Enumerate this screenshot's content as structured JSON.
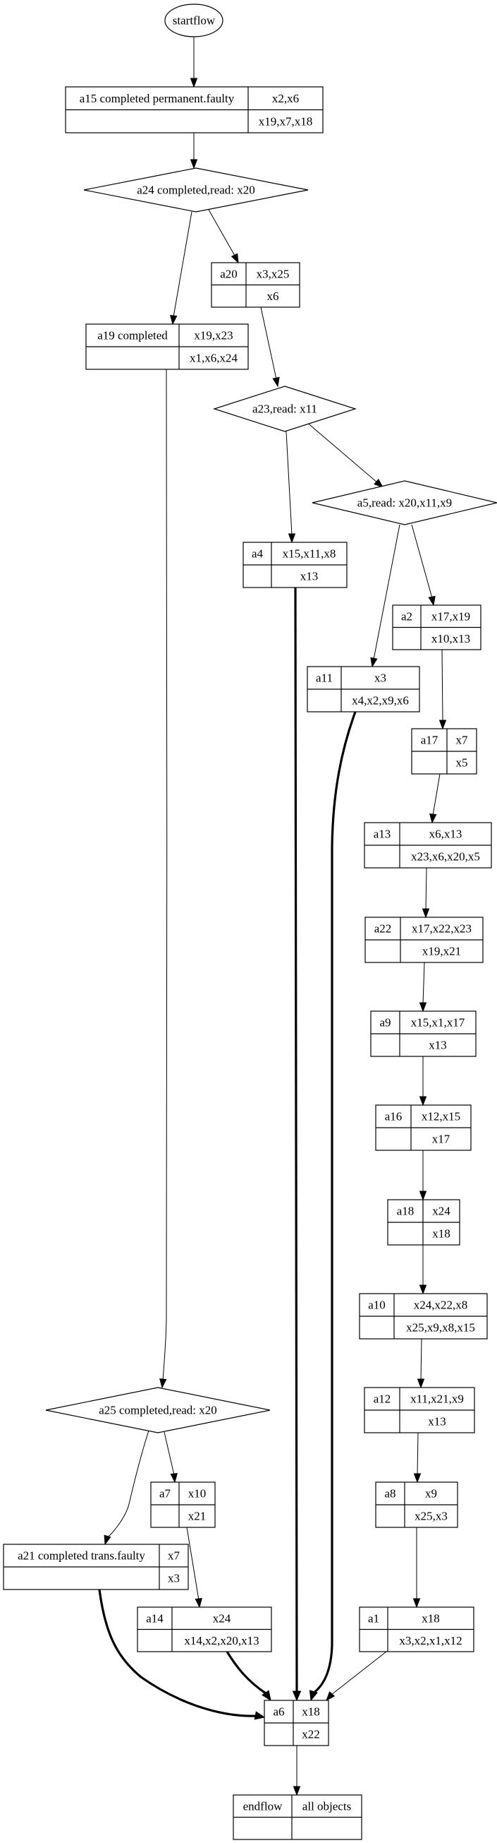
{
  "title": "flow graph",
  "colors": {
    "stroke": "#000000",
    "fill": "#ffffff"
  },
  "nodes": {
    "startflow": {
      "label": "startflow"
    },
    "a15": {
      "name": "a15 completed permanent.faulty",
      "top": "x2,x6",
      "bottom": "x19,x7,x18"
    },
    "a24": {
      "label": "a24 completed,read: x20"
    },
    "a20": {
      "name": "a20",
      "top": "x3,x25",
      "bottom": "x6"
    },
    "a19": {
      "name": "a19 completed",
      "top": "x19,x23",
      "bottom": "x1,x6,x24"
    },
    "a23": {
      "label": "a23,read: x11"
    },
    "a5": {
      "label": "a5,read: x20,x11,x9"
    },
    "a4": {
      "name": "a4",
      "top": "x15,x11,x8",
      "bottom": "x13"
    },
    "a2": {
      "name": "a2",
      "top": "x17,x19",
      "bottom": "x10,x13"
    },
    "a11": {
      "name": "a11",
      "top": "x3",
      "bottom": "x4,x2,x9,x6"
    },
    "a17": {
      "name": "a17",
      "top": "x7",
      "bottom": "x5"
    },
    "a13": {
      "name": "a13",
      "top": "x6,x13",
      "bottom": "x23,x6,x20,x5"
    },
    "a22": {
      "name": "a22",
      "top": "x17,x22,x23",
      "bottom": "x19,x21"
    },
    "a9": {
      "name": "a9",
      "top": "x15,x1,x17",
      "bottom": "x13"
    },
    "a16": {
      "name": "a16",
      "top": "x12,x15",
      "bottom": "x17"
    },
    "a18": {
      "name": "a18",
      "top": "x24",
      "bottom": "x18"
    },
    "a10": {
      "name": "a10",
      "top": "x24,x22,x8",
      "bottom": "x25,x9,x8,x15"
    },
    "a12": {
      "name": "a12",
      "top": "x11,x21,x9",
      "bottom": "x13"
    },
    "a25": {
      "label": "a25 completed,read: x20"
    },
    "a7": {
      "name": "a7",
      "top": "x10",
      "bottom": "x21"
    },
    "a8": {
      "name": "a8",
      "top": "x9",
      "bottom": "x25,x3"
    },
    "a21": {
      "name": "a21 completed trans.faulty",
      "top": "x7",
      "bottom": "x3"
    },
    "a14": {
      "name": "a14",
      "top": "x24",
      "bottom": "x14,x2,x20,x13"
    },
    "a1": {
      "name": "a1",
      "top": "x18",
      "bottom": "x3,x2,x1,x12"
    },
    "a6": {
      "name": "a6",
      "top": "x18",
      "bottom": "x22"
    },
    "endflow": {
      "name": "endflow",
      "top": "all objects",
      "bottom": ""
    }
  },
  "edges": [
    {
      "from": "startflow",
      "to": "a15",
      "bold": false
    },
    {
      "from": "a15",
      "to": "a24",
      "bold": false
    },
    {
      "from": "a24",
      "to": "a19",
      "bold": false
    },
    {
      "from": "a24",
      "to": "a20",
      "bold": false
    },
    {
      "from": "a20",
      "to": "a23",
      "bold": false
    },
    {
      "from": "a23",
      "to": "a4",
      "bold": false
    },
    {
      "from": "a23",
      "to": "a5",
      "bold": false
    },
    {
      "from": "a5",
      "to": "a11",
      "bold": false
    },
    {
      "from": "a5",
      "to": "a2",
      "bold": false
    },
    {
      "from": "a2",
      "to": "a17",
      "bold": false
    },
    {
      "from": "a17",
      "to": "a13",
      "bold": false
    },
    {
      "from": "a13",
      "to": "a22",
      "bold": false
    },
    {
      "from": "a22",
      "to": "a9",
      "bold": false
    },
    {
      "from": "a9",
      "to": "a16",
      "bold": false
    },
    {
      "from": "a16",
      "to": "a18",
      "bold": false
    },
    {
      "from": "a18",
      "to": "a10",
      "bold": false
    },
    {
      "from": "a10",
      "to": "a12",
      "bold": false
    },
    {
      "from": "a12",
      "to": "a8",
      "bold": false
    },
    {
      "from": "a8",
      "to": "a1",
      "bold": false
    },
    {
      "from": "a19",
      "to": "a25",
      "bold": false
    },
    {
      "from": "a25",
      "to": "a7",
      "bold": false
    },
    {
      "from": "a25",
      "to": "a21",
      "bold": false
    },
    {
      "from": "a7",
      "to": "a14",
      "bold": false
    },
    {
      "from": "a21",
      "to": "a6",
      "bold": true
    },
    {
      "from": "a14",
      "to": "a6",
      "bold": true
    },
    {
      "from": "a4",
      "to": "a6",
      "bold": true
    },
    {
      "from": "a11",
      "to": "a6",
      "bold": true
    },
    {
      "from": "a1",
      "to": "a6",
      "bold": false
    },
    {
      "from": "a6",
      "to": "endflow",
      "bold": false
    }
  ]
}
